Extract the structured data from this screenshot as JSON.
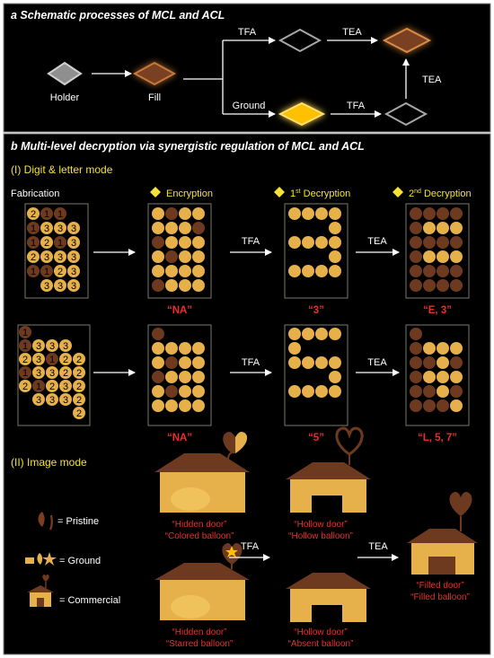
{
  "colors": {
    "background": "#000000",
    "white": "#ffffff",
    "yellow_title": "#f5e13a",
    "red_label": "#e8302a",
    "light_orange": "#e6b04a",
    "dark_brown": "#6e3a1f",
    "mid_brown": "#8a4a25",
    "gold": "#ffc000",
    "grey_diamond": "#9a9a9a"
  },
  "section_a": {
    "title": "a Schematic processes of MCL and ACL",
    "holder": "Holder",
    "fill": "Fill",
    "ground": "Ground",
    "tfa_top": "TFA",
    "tea_top": "TEA",
    "tfa_bottom": "TFA",
    "tea_right": "TEA"
  },
  "section_b": {
    "title": "b Multi-level decryption via synergistic regulation of MCL and ACL",
    "mode1": "(I) Digit & letter mode",
    "fabrication": "Fabrication",
    "encryption": "Encryption",
    "decryption1_num": "1",
    "decryption1_sup": "st",
    "decryption1_word": " Decryption",
    "decryption2_num": "2",
    "decryption2_sup": "nd",
    "decryption2_word": " Decryption",
    "tfa": "TFA",
    "tea": "TEA",
    "row1_labels": [
      "“NA”",
      "“3”",
      "“E, 3”"
    ],
    "row2_labels": [
      "“NA”",
      "“5”",
      "“L, 5, 7”"
    ],
    "row1_fab_text": [
      "2 1 1",
      "1 3 3 3",
      "1 2 1 3",
      "2 3 3 3",
      "1 1 2 3",
      "3 3 3"
    ],
    "row2_fab_text": [
      "1",
      "1 3 3 3",
      "2 3 1 2 2",
      "1 3 3 2 2",
      "2 1 2 3 2",
      "3 3 3 2",
      "2"
    ]
  },
  "section_c": {
    "mode2": "(II) Image mode",
    "legend_pristine": "= Pristine",
    "legend_ground": "= Ground",
    "legend_commercial": "= Commercial",
    "tfa": "TFA",
    "tea": "TEA",
    "cap_top_left": [
      "“Hidden door”",
      "“Colored balloon”"
    ],
    "cap_top_mid": [
      "“Hollow door”",
      "“Hollow balloon”"
    ],
    "cap_bot_left": [
      "“Hidden door”",
      "“Starred balloon”"
    ],
    "cap_bot_mid": [
      "“Hollow door”",
      "“Absent balloon”"
    ],
    "cap_right": [
      "“Filled door”",
      "“Filled balloon”"
    ]
  }
}
